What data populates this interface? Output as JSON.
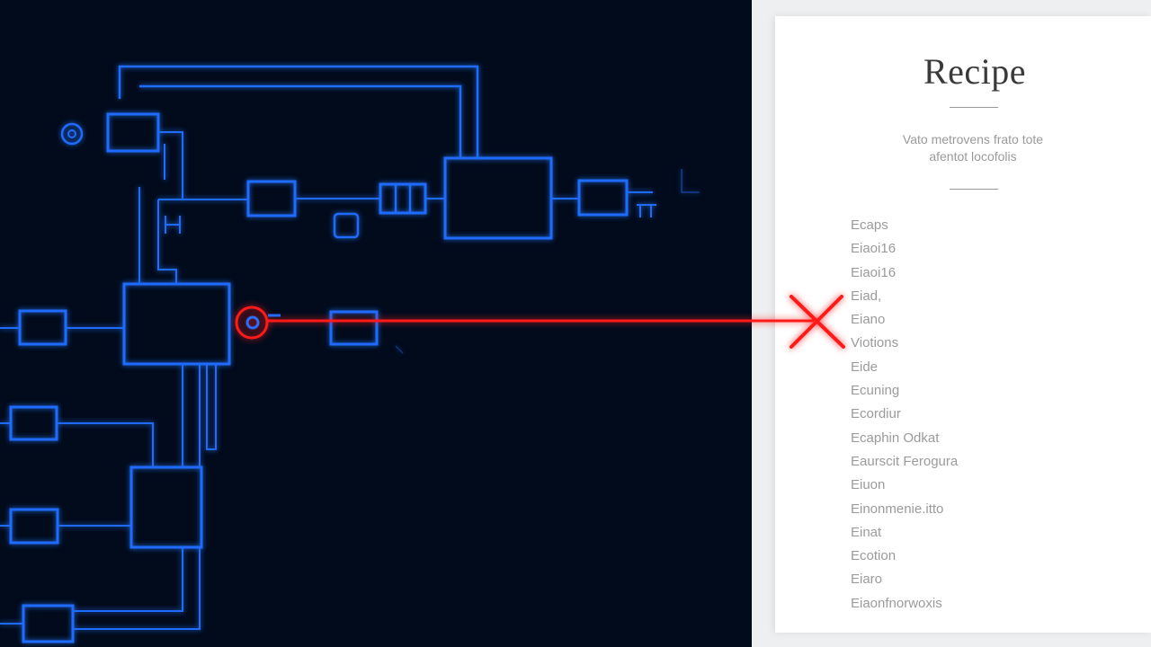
{
  "colors": {
    "diagram_background": "#010b1c",
    "wire_blue": "#1f6bff",
    "highlight_red": "#ff1a1a",
    "paper": "#ffffff",
    "text_gray": "#9b9b9b",
    "title_gray": "#3a3a3a"
  },
  "recipe": {
    "title": "Recipe",
    "subtitle": "Vato metrovens frato tote afentot locofolis",
    "items": [
      "Ecaps",
      "Eiaoi16",
      "Eiaoi16",
      "Eiad,",
      "Eiano",
      "Viotions",
      "Eide",
      "Ecuning",
      "Ecordiur",
      "Ecaphin Odkat",
      "Eaurscit Ferogura",
      "Eiuon",
      "Einonmenie.itto",
      "Einat",
      "Ecotion",
      "Eiaro",
      "Eiaonfnorwoxis"
    ]
  },
  "overlay": {
    "connector_icon": "red-circle-marker",
    "end_icon": "red-x-mark"
  }
}
